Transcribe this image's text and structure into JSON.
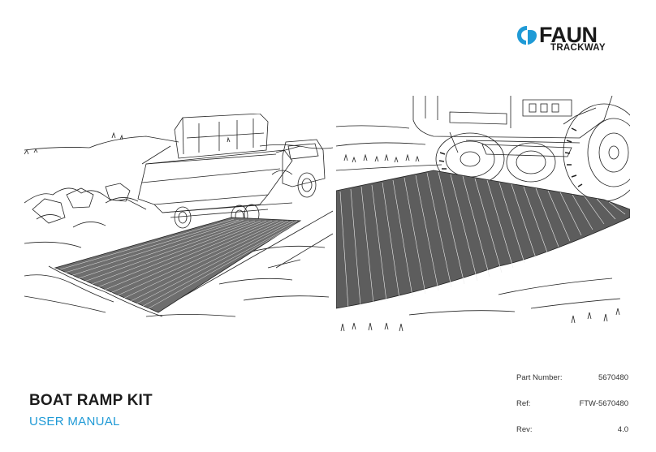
{
  "logo": {
    "brand": "FAUN",
    "sub": "TRACKWAY",
    "accent": "#1f9ad6"
  },
  "document": {
    "title": "BOAT RAMP KIT",
    "subtitle": "USER MANUAL"
  },
  "meta": [
    {
      "label": "Part Number:",
      "value": "5670480"
    },
    {
      "label": "Ref:",
      "value": "FTW-5670480"
    },
    {
      "label": "Rev:",
      "value": "4.0"
    }
  ],
  "colors": {
    "title": "#1c1c1c",
    "subtitle": "#1f9ad6",
    "line_art": "#222222"
  }
}
